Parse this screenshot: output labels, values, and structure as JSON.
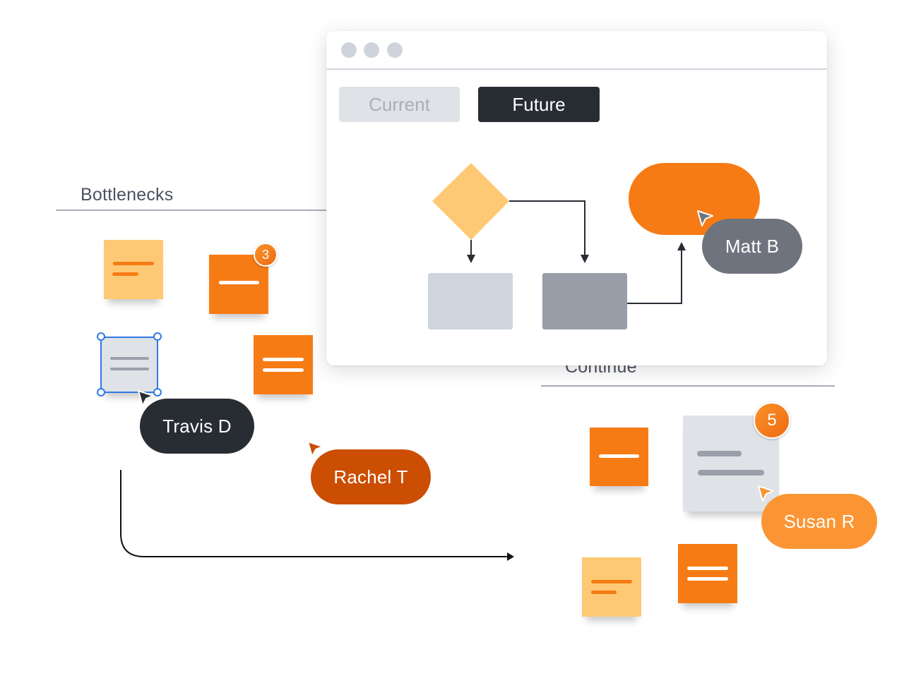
{
  "sections": {
    "bottlenecks": {
      "title": "Bottlenecks"
    },
    "continue": {
      "title": "Continue"
    }
  },
  "window": {
    "traffic_dots": 3,
    "tabs": [
      {
        "label": "Current",
        "state": "inactive"
      },
      {
        "label": "Future",
        "state": "active"
      }
    ],
    "flowchart": {
      "nodes": [
        {
          "id": "decision",
          "shape": "diamond",
          "color": "#fec974"
        },
        {
          "id": "process-a",
          "shape": "rectangle",
          "color": "#cfd5dd"
        },
        {
          "id": "process-b",
          "shape": "rectangle",
          "color": "#989ea8"
        },
        {
          "id": "terminal",
          "shape": "pill",
          "color": "#f77b14"
        }
      ],
      "edges": [
        {
          "from": "decision",
          "to": "process-a"
        },
        {
          "from": "decision",
          "to": "process-b"
        },
        {
          "from": "process-b",
          "to": "terminal"
        }
      ]
    }
  },
  "stickies": {
    "bottlenecks": [
      {
        "color": "light",
        "lines": 2
      },
      {
        "color": "orange",
        "lines": 1,
        "badge": "3"
      },
      {
        "color": "gray",
        "lines": 2,
        "selected": true
      },
      {
        "color": "orange",
        "lines": 2
      }
    ],
    "continue": [
      {
        "color": "orange",
        "lines": 1
      },
      {
        "color": "gray",
        "lines": 2,
        "badge": "5"
      },
      {
        "color": "light",
        "lines": 2
      },
      {
        "color": "orange",
        "lines": 2
      }
    ]
  },
  "badges": {
    "bottleneck_count": "3",
    "continue_count": "5"
  },
  "collaborators": [
    {
      "name": "Matt B",
      "color": "#6f737d"
    },
    {
      "name": "Travis D",
      "color": "#282c33"
    },
    {
      "name": "Rachel T",
      "color": "#cb4e02"
    },
    {
      "name": "Susan R",
      "color": "#fb9534"
    }
  ],
  "colors": {
    "orange": "#f77b14",
    "light_orange": "#fec974",
    "gray_note": "#dfe2e7",
    "selection": "#2f7ae5",
    "dark": "#282c33"
  }
}
